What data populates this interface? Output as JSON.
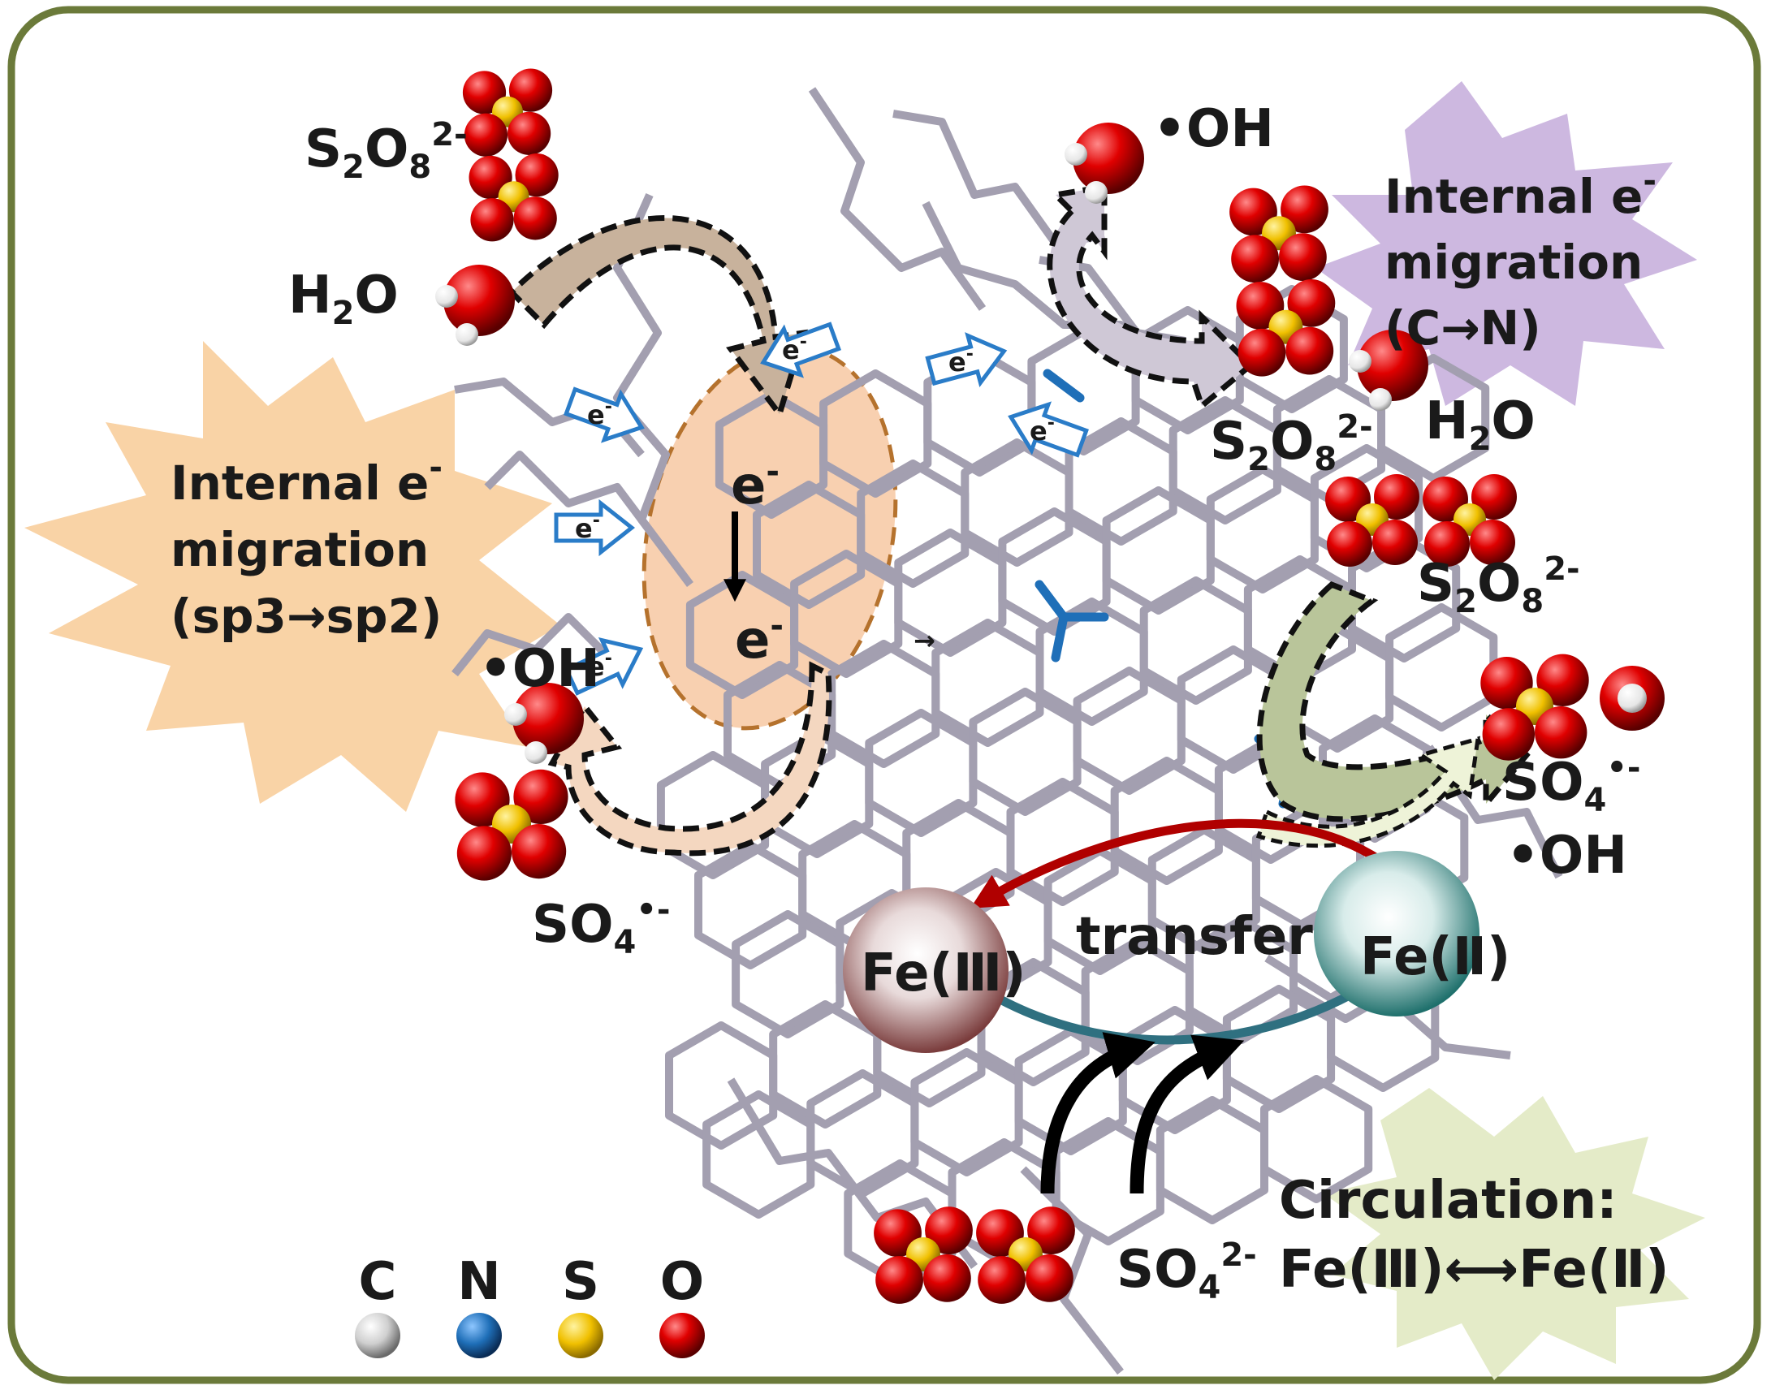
{
  "labels": {
    "s2o8_top_left": {
      "base": "S",
      "s1": "2",
      "mid": "O",
      "s2": "8",
      "sup": "2-"
    },
    "h2o_left": {
      "base": "H",
      "sub": "2",
      "tail": "O"
    },
    "oh_top": "•OH",
    "internal_cn": {
      "line1": "Internal e",
      "line1_sup": "-",
      "line2": "migration",
      "line3": "(C→N)"
    },
    "s2o8_mid_right": {
      "base": "S",
      "s1": "2",
      "mid": "O",
      "s2": "8",
      "sup": "2-"
    },
    "h2o_right": {
      "base": "H",
      "sub": "2",
      "tail": "O"
    },
    "s2o8_right": {
      "base": "S",
      "s1": "2",
      "mid": "O",
      "s2": "8",
      "sup": "2-"
    },
    "internal_sp": {
      "line1": "Internal e",
      "line1_sup": "-",
      "line2": "migration",
      "line3": "(sp3→sp2)"
    },
    "oh_left": "•OH",
    "so4_right": {
      "base": "SO",
      "sub": "4",
      "sup": "•-"
    },
    "oh_right": "•OH",
    "so4_left": {
      "base": "SO",
      "sub": "4",
      "sup": "•-"
    },
    "fe3": "Fe(Ⅲ)",
    "transfer": "transfer",
    "fe2": "Fe(Ⅱ)",
    "circulation": {
      "line1": "Circulation:",
      "line2": "Fe(Ⅲ)⟷Fe(Ⅱ)"
    },
    "so4_2minus": {
      "base": "SO",
      "sub": "4",
      "sup": "2-"
    },
    "e_big_1": "e",
    "e_big_1_sup": "-",
    "e_big_2": "e",
    "e_big_2_sup": "-",
    "e_small": "e",
    "e_small_sup": "-",
    "arrow_small": "→"
  },
  "legend": [
    {
      "symbol": "C",
      "color": "#cfcfcf"
    },
    {
      "symbol": "N",
      "color": "#1f6fb8"
    },
    {
      "symbol": "S",
      "color": "#f2c200"
    },
    {
      "symbol": "O",
      "color": "#e00000"
    }
  ],
  "colors": {
    "border": "#6b7a3a",
    "lattice": "#a39fb0",
    "n_atom": "#1f6fb8",
    "orange_burst": "#f9d3a6",
    "purple_burst": "#cdb8e0",
    "green_burst": "#e4ebc8",
    "ellipse_fill": "#f8d0b0",
    "ellipse_stroke": "#b5722d",
    "red_arrow": "#b00000",
    "teal_arrow": "#2f7080",
    "fe3_sphere": "#8a5a5a",
    "fe2_sphere": "#3a8a86",
    "e_arrow": "#2a7cc8"
  }
}
